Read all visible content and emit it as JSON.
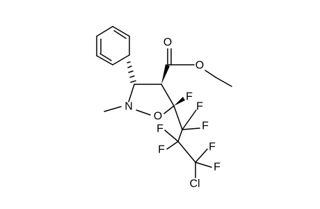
{
  "diagram": {
    "type": "chemical-structure",
    "atom_labels": {
      "carbonyl_oxygen": "O",
      "ester_oxygen": "O",
      "ring_nitrogen": "N",
      "ring_oxygen": "O",
      "c5_fluorine": "F",
      "cf2_a_fluorine_1": "F",
      "cf2_a_fluorine_2": "F",
      "cf2_b_fluorine_1": "F",
      "cf2_b_fluorine_2": "F",
      "cf2_c_fluorine_1": "F",
      "cf2_c_fluorine_2": "F",
      "chlorine": "Cl"
    }
  }
}
